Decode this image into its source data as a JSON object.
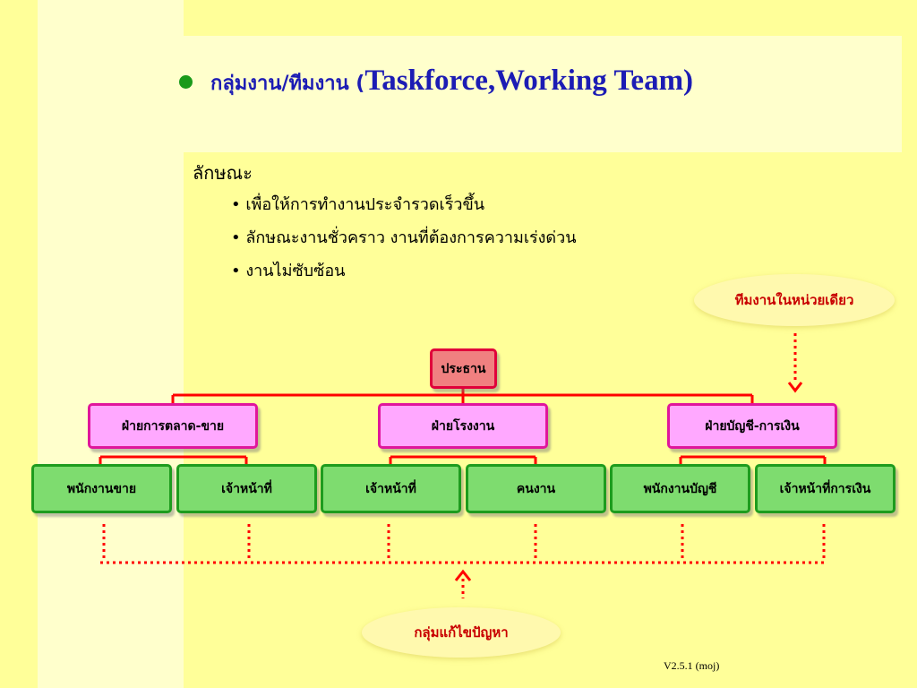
{
  "title": {
    "thai": "กลุ่มงาน/ทีมงาน (",
    "english": "Taskforce,Working Team)"
  },
  "section_heading": "ลักษณะ",
  "bullets": [
    "เพื่อให้การทำงานประจำรวดเร็วขึ้น",
    "ลักษณะงานชั่วคราว งานที่ต้องการความเร่งด่วน",
    "งานไม่ซับซ้อน"
  ],
  "callouts": {
    "unit_team": "ทีมงานในหน่วยเดียว",
    "problem_solving": "กลุ่มแก้ไขปัญหา"
  },
  "org_chart": {
    "chairman": "ประธาน",
    "departments": [
      "ฝ่ายการตลาด-ขาย",
      "ฝ่ายโรงงาน",
      "ฝ่ายบัญชี-การเงิน"
    ],
    "staff": [
      "พนักงานขาย",
      "เจ้าหน้าที่",
      "เจ้าหน้าที่",
      "คนงาน",
      "พนักงานบัญชี",
      "เจ้าหน้าที่การเงิน"
    ]
  },
  "colors": {
    "background": "#ffff99",
    "title_text": "#1c1cb4",
    "callout_text": "#c80000",
    "chairman_fill": "#f08080",
    "department_fill": "#ffa8ff",
    "staff_fill": "#7edc6f",
    "connector": "#ff0000"
  },
  "footer": "V2.5.1 (moj)"
}
